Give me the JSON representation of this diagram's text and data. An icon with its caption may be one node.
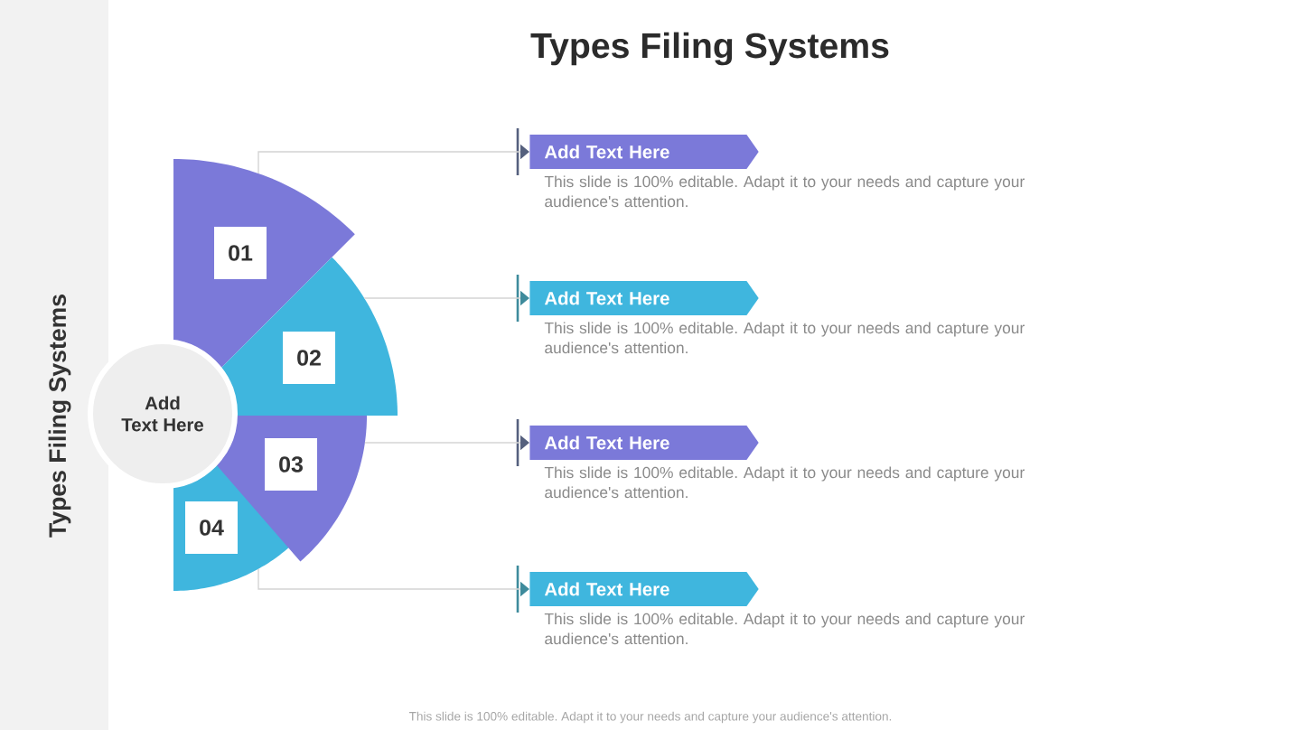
{
  "diagram": {
    "title": "Types Filing Systems",
    "caption": "This slide is 100% editable. Adapt it to your needs and capture your audience's attention.",
    "labels": [
      "Types Filing Systems"
    ],
    "nodes": [
      {
        "text": [
          "Add Text Here"
        ]
      },
      {
        "text": [
          "01"
        ]
      },
      {
        "text": [
          "02"
        ]
      },
      {
        "text": [
          "03"
        ]
      },
      {
        "text": [
          "04"
        ]
      },
      {
        "text": [
          "Add Text Here"
        ],
        "beside": [
          "This slide is 100% editable. Adapt it to your needs and capture your audience's attention."
        ]
      },
      {
        "text": [
          "Add Text Here"
        ],
        "beside": [
          "This slide is 100% editable. Adapt it to your needs and capture your audience's attention."
        ]
      },
      {
        "text": [
          "Add Text Here"
        ],
        "beside": [
          "This slide is 100% editable. Adapt it to your needs and capture your audience's attention."
        ]
      },
      {
        "text": [
          "Add Text Here"
        ],
        "beside": [
          "This slide is 100% editable. Adapt it to your needs and capture your audience's attention."
        ]
      }
    ],
    "edges": [
      {
        "from": 1,
        "to": 5,
        "arrow": "to"
      },
      {
        "from": 2,
        "to": 6,
        "arrow": "to"
      },
      {
        "from": 3,
        "to": 7,
        "arrow": "to"
      },
      {
        "from": 4,
        "to": 8,
        "arrow": "to"
      }
    ]
  }
}
